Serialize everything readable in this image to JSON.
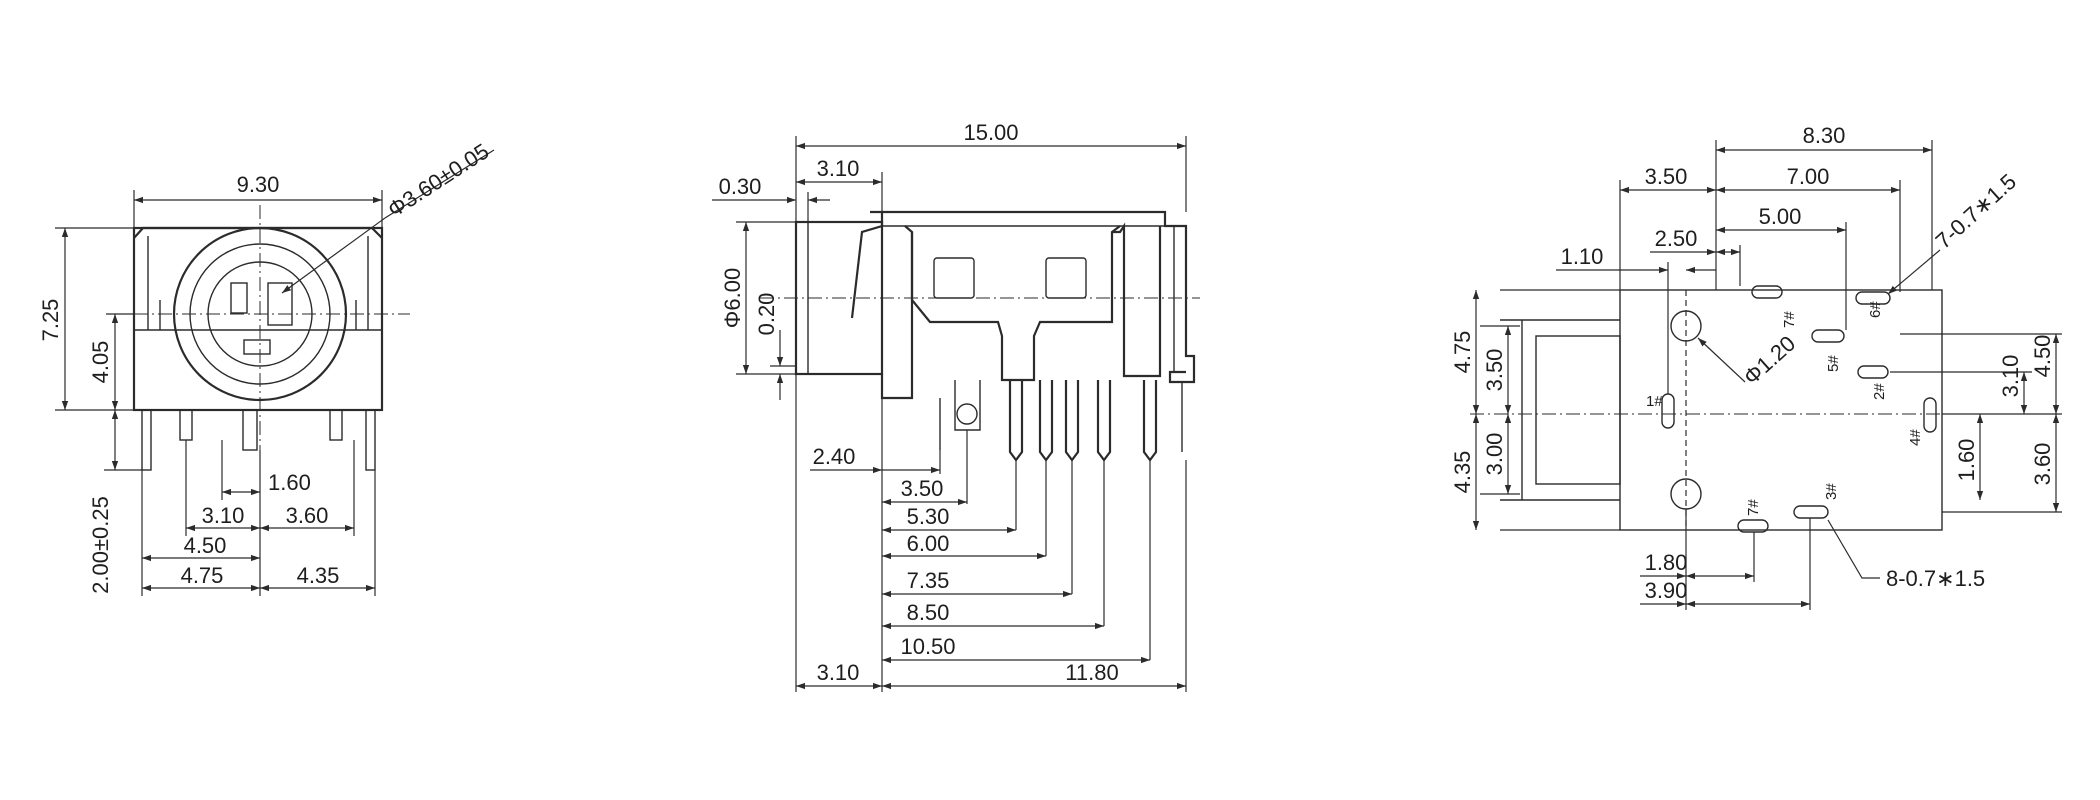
{
  "front_view": {
    "width": "9.30",
    "diameter": "Φ3.60±0.05",
    "height": "7.25",
    "center_height": "4.05",
    "pin_length": "2.00±0.25",
    "d_160": "1.60",
    "d_310": "3.10",
    "d_360": "3.60",
    "d_450": "4.50",
    "d_475": "4.75",
    "d_435": "4.35"
  },
  "side_view": {
    "length": "15.00",
    "d_030": "0.30",
    "d_310_top": "3.10",
    "diameter": "Φ6.00",
    "d_020": "0.20",
    "d_240": "2.40",
    "d_350": "3.50",
    "d_530": "5.30",
    "d_600": "6.00",
    "d_735": "7.35",
    "d_850": "8.50",
    "d_1050": "10.50",
    "d_310_bottom": "3.10",
    "d_1180": "11.80"
  },
  "pcb_layout": {
    "d_830": "8.30",
    "d_350": "3.50",
    "d_700": "7.00",
    "d_500": "5.00",
    "d_250": "2.50",
    "d_110": "1.10",
    "hole_note_top": "7-0.7∗1.5",
    "hole_diameter": "Φ1.20",
    "d_475": "4.75",
    "d_350_left": "3.50",
    "d_310": "3.10",
    "d_450": "4.50",
    "d_435": "4.35",
    "d_300": "3.00",
    "d_160": "1.60",
    "d_360": "3.60",
    "d_180": "1.80",
    "d_390": "3.90",
    "hole_note_bottom": "8-0.7∗1.5",
    "pins": [
      "1#",
      "2#",
      "3#",
      "4#",
      "5#",
      "6#",
      "7#",
      "7#"
    ]
  }
}
